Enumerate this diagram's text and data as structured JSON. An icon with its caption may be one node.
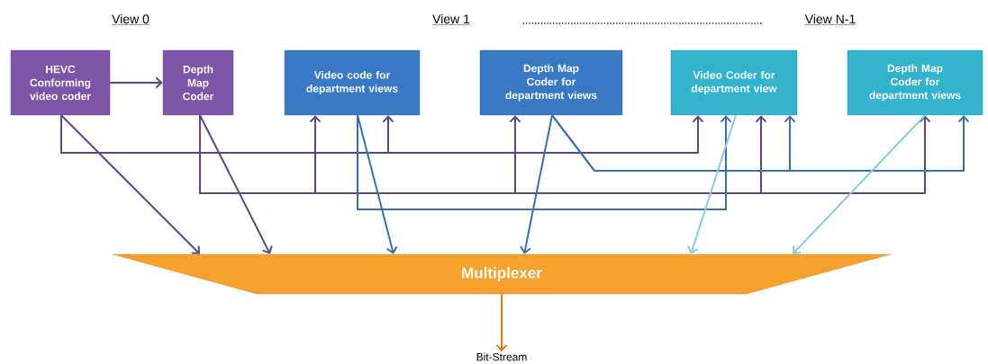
{
  "diagram": {
    "nodes": [
      {
        "text": [
          "HEVC Conforming video coder"
        ]
      },
      {
        "text": [
          "Depth Map Coder"
        ]
      },
      {
        "text": [
          "Video code for department views"
        ]
      },
      {
        "text": [
          "Depth Map Coder for department views"
        ]
      },
      {
        "text": [
          "Video Coder for department view"
        ]
      },
      {
        "text": [
          "Depth Map Coder for department views"
        ]
      },
      {
        "text": [
          "Multiplexer"
        ]
      },
      {
        "text": [
          "Bit-Stream"
        ]
      }
    ],
    "edges": [
      {
        "from": 0,
        "to": 1,
        "arrow": "to"
      },
      {
        "from": 0,
        "to": 2,
        "arrow": "to"
      },
      {
        "from": 0,
        "to": 4,
        "arrow": "to"
      },
      {
        "from": 1,
        "to": 2,
        "arrow": "to"
      },
      {
        "from": 1,
        "to": 3,
        "arrow": "to"
      },
      {
        "from": 1,
        "to": 4,
        "arrow": "to"
      },
      {
        "from": 1,
        "to": 5,
        "arrow": "to"
      },
      {
        "from": 2,
        "to": 4,
        "arrow": "to",
        "color": "#3b6fa8"
      },
      {
        "from": 3,
        "to": 4,
        "arrow": "to",
        "color": "#3b6fa8"
      },
      {
        "from": 3,
        "to": 5,
        "arrow": "to",
        "color": "#3b6fa8"
      },
      {
        "from": 0,
        "to": 6,
        "arrow": "to"
      },
      {
        "from": 1,
        "to": 6,
        "arrow": "to"
      },
      {
        "from": 2,
        "to": 6,
        "arrow": "to",
        "color": "#3b6fa8"
      },
      {
        "from": 3,
        "to": 6,
        "arrow": "to",
        "color": "#3b6fa8"
      },
      {
        "from": 4,
        "to": 6,
        "arrow": "to",
        "color": "#8fc9df"
      },
      {
        "from": 5,
        "to": 6,
        "arrow": "to",
        "color": "#8fc9df"
      },
      {
        "from": 6,
        "to": 7,
        "arrow": "to",
        "color": "#e07b12"
      }
    ],
    "labels": [
      "View 0",
      "View 1",
      "................................................................................",
      "View N-1"
    ]
  }
}
